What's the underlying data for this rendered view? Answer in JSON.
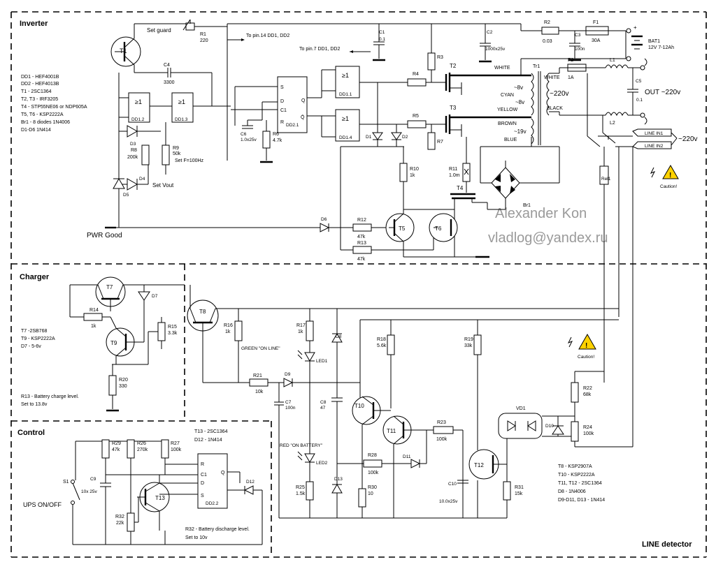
{
  "sections": {
    "inverter": "Inverter",
    "charger": "Charger",
    "control": "Control",
    "line_detector": "LINE detector"
  },
  "watermark": {
    "author": "Alexander Kon",
    "email": "vladlog@yandex.ru"
  },
  "inverter_legend": [
    "DD1 - HEF4001B",
    "DD2 - HEF4013B",
    "T1 - 2SC1364",
    "T2, T3 - IRF3205",
    "T4 - STP55NE06 or NDP605A",
    "T5, T6 - KSP2222A",
    "Br1 - 8 diodes 1N4006",
    "D1-D6 1N414"
  ],
  "charger_legend": [
    "T7 -2SB768",
    "T9 - KSP2222A",
    "D7 - 5-6v"
  ],
  "charger_note": [
    "R13 - Battery charge level.",
    "Set to 13.8v"
  ],
  "control_legend": [
    "T13 - 2SC1364",
    "D12 - 1N414"
  ],
  "control_note": [
    "R32 - Battery discharge level.",
    "Set to 10v"
  ],
  "line_legend": [
    "T8 - KSP2907A",
    "T10 - KSP2222A",
    "T11, T12 - 2SC1364",
    "D8 - 1N4006",
    "D9-D11, D13 - 1N414"
  ],
  "labels": {
    "set_guard": "Set guard",
    "top_pin14": "To pin.14 DD1, DD2",
    "top_pin7": "To pin.7 DD1, DD2",
    "set_f": "Set F=100Hz",
    "set_vout": "Set Vout",
    "pwr_good": "PWR Good",
    "white": "WHITE",
    "cyan": "CYAN",
    "yellow": "YELLOW",
    "brown": "BROWN",
    "blue": "BLUE",
    "black": "BLACK",
    "white2": "WHITE",
    "v8a": "~8v",
    "v8b": "~8v",
    "v19": "~19v",
    "v220in": "~220v",
    "v220line": "~220v",
    "out": "OUT ~220v",
    "line_in1": "LINE IN1",
    "line_in2": "LINE IN2",
    "caution": "Caution!",
    "green_led": "GREEN \"ON LINE\"",
    "red_led": "RED \"ON BATTERY\"",
    "ups_on_off": "UPS ON/OFF",
    "bat": "BAT1",
    "bat_v": "12V 7-12Ah",
    "tr1": "Tr1"
  },
  "parts": {
    "T1": "T1",
    "T2": "T2",
    "T3": "T3",
    "T4": "T4",
    "T5": "T5",
    "T6": "T6",
    "T7": "T7",
    "T8": "T8",
    "T9": "T9",
    "T10": "T10",
    "T11": "T11",
    "T12": "T12",
    "T13": "T13",
    "R1": "R1",
    "R1v": "220",
    "R2": "R2",
    "R2v": "0.03",
    "R3": "R3",
    "R4": "R4",
    "R5": "R5",
    "R6": "R6",
    "R6v": "4.7k",
    "R7": "R7",
    "R8": "R8",
    "R8v": "200k",
    "R9": "R9",
    "R9v": "50k",
    "R10": "R10",
    "R10v": "1k",
    "R11": "R11",
    "R11v": "1.0m",
    "R12": "R12",
    "R12v": "47k",
    "R13": "R13",
    "R13v": "47k",
    "R14": "R14",
    "R14v": "1k",
    "R15": "R15",
    "R15v": "3.3k",
    "R16": "R16",
    "R16v": "1k",
    "R17": "R17",
    "R17v": "1k",
    "R18": "R18",
    "R18v": "5.6k",
    "R19": "R19",
    "R19v": "33k",
    "R20": "R20",
    "R20v": "330",
    "R21": "R21",
    "R21v": "10k",
    "R22": "R22",
    "R22v": "68k",
    "R23": "R23",
    "R23v": "100k",
    "R24": "R24",
    "R24v": "100k",
    "R25": "R25",
    "R25v": "1.5k",
    "R26": "R26",
    "R26v": "270k",
    "R27": "R27",
    "R27v": "100k",
    "R28": "R28",
    "R28v": "100k",
    "R29": "R29",
    "R29v": "47k",
    "R30": "R30",
    "R30v": "10",
    "R31": "R31",
    "R31v": "15k",
    "R32": "R32",
    "R32v": "22k",
    "C1": "C1",
    "C1v": "0.1",
    "C2": "C2",
    "C2v": "1000x25v",
    "C3": "C3",
    "C3v": "100n",
    "C4": "C4",
    "C4v": "3300",
    "C5": "C5",
    "C5v": "0.1",
    "C6": "C6",
    "C6v": "1.0x25v",
    "C7": "C7",
    "C7v": "100n",
    "C8": "C8",
    "C8v": "47",
    "C9": "C9",
    "C9v": "10x 25v",
    "C10": "C10",
    "C10v": "10.0x25v",
    "F1": "F1",
    "F1v": "30A",
    "F2": "F2",
    "F2v": "1A",
    "L1": "L1",
    "L2": "L2",
    "D1": "D1",
    "D2": "D2",
    "D3": "D3",
    "D4": "D4",
    "D5": "D5",
    "D6": "D6",
    "D7": "D7",
    "D8": "D8",
    "D9": "D9",
    "D10": "D10",
    "D11": "D11",
    "D12": "D12",
    "D13": "D13",
    "LED1": "LED1",
    "LED2": "LED2",
    "VD1": "VD1",
    "Br1": "Br1",
    "Rel1": "Rel1",
    "S1": "S1",
    "DD12": "DD1.2",
    "DD13": "DD1.3",
    "DD11": "DD1.1",
    "DD14": "DD1.4",
    "DD21": "DD2.1",
    "DD22": "DD2.2"
  }
}
